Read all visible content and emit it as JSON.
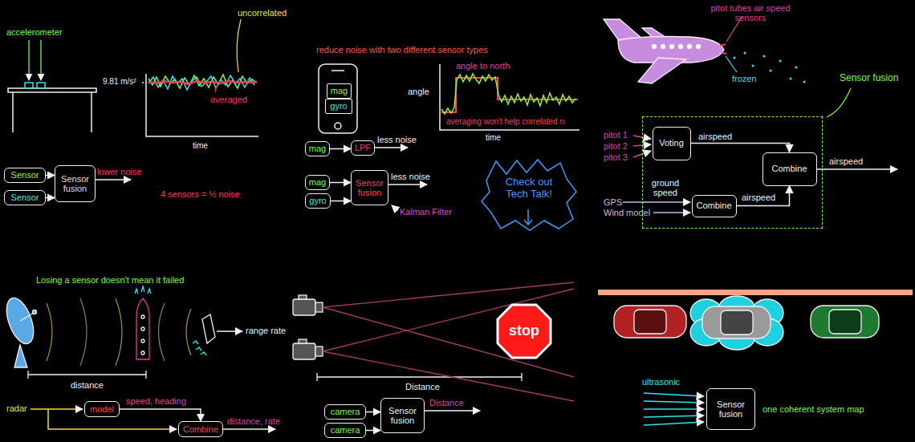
{
  "diagram": {
    "nodes": [
      {
        "text": [
          "Sensor"
        ]
      },
      {
        "text": [
          "Sensor"
        ]
      },
      {
        "text": [
          "Sensor fusion"
        ]
      },
      {
        "text": [
          "mag"
        ]
      },
      {
        "text": [
          "gyro"
        ]
      },
      {
        "text": [
          "mag"
        ]
      },
      {
        "text": [
          "LPF"
        ]
      },
      {
        "text": [
          "mag"
        ]
      },
      {
        "text": [
          "gyro"
        ]
      },
      {
        "text": [
          "Sensor fusion"
        ]
      },
      {
        "text": [
          "Check out Tech Talk!"
        ]
      },
      {
        "text": [
          "Sensor fusion"
        ]
      },
      {
        "text": [
          "Voting"
        ],
        "in": 11
      },
      {
        "text": [
          "Combine"
        ],
        "in": 11
      },
      {
        "text": [
          "Combine"
        ],
        "in": 11
      },
      {
        "text": [
          "model"
        ]
      },
      {
        "text": [
          "Combine"
        ]
      },
      {
        "text": [
          "stop"
        ]
      },
      {
        "text": [
          "camera"
        ]
      },
      {
        "text": [
          "camera"
        ]
      },
      {
        "text": [
          "Sensor fusion"
        ]
      },
      {
        "text": [
          "Sensor fusion"
        ]
      }
    ],
    "edges": [
      {
        "from": 0,
        "to": 2,
        "arrow": "to"
      },
      {
        "from": 1,
        "to": 2,
        "arrow": "to"
      },
      {
        "from": 5,
        "to": 6,
        "arrow": "to"
      },
      {
        "from": 7,
        "to": 9,
        "arrow": "to"
      },
      {
        "from": 8,
        "to": 9,
        "arrow": "to"
      },
      {
        "from": 12,
        "to": 13,
        "label": "airspeed",
        "arrow": "to"
      },
      {
        "from": 14,
        "to": 13,
        "label": "airspeed",
        "arrow": "to"
      },
      {
        "from": 15,
        "to": 16,
        "label": "speed, heading",
        "arrow": "to"
      },
      {
        "from": 18,
        "to": 20,
        "arrow": "to"
      },
      {
        "from": 19,
        "to": 20,
        "arrow": "to"
      }
    ],
    "labels": [
      "accelerometer",
      "9.81 m/s²",
      "uncorrelated",
      "averaged",
      "time",
      "lower noise",
      "4 sensors = ½ noise",
      "reduce noise with two different sensor types",
      "angle",
      "angle to north",
      "averaging won't help correlated n",
      "time",
      "less noise",
      "less noise",
      "Kalman Filter",
      "pitot tubes air speed sensors",
      "frozen",
      "pitot 1",
      "pitot 2",
      "pitot 3",
      "GPS",
      "ground speed",
      "Wind model",
      "airspeed",
      "Losing a sensor doesn't mean it failed",
      "range rate",
      "distance",
      "radar",
      "distance, rate",
      "Distance",
      "Distance",
      "ultrasonic",
      "one coherent system map"
    ]
  }
}
